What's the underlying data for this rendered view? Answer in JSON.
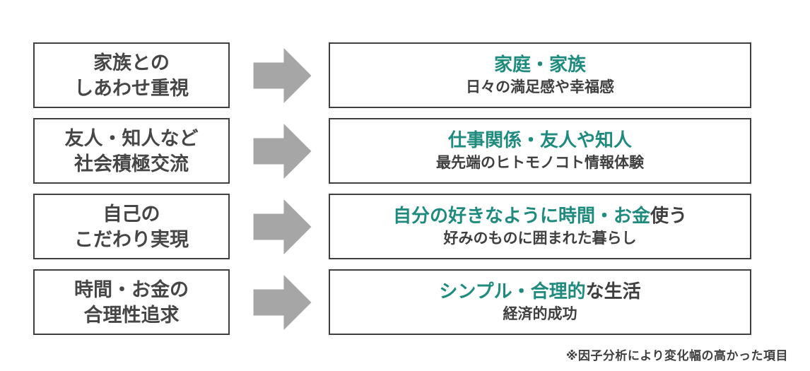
{
  "colors": {
    "background": "#ffffff",
    "accent_teal": "#1f8a7e",
    "text_dark": "#464646",
    "subtext_dark": "#3f3f3f",
    "border_dark": "#404040",
    "arrow_gray": "#a6a6a6"
  },
  "icons": {
    "arrow": "right-block-arrow"
  },
  "rows": [
    {
      "source": {
        "line1": "家族との",
        "line2": "しあわせ重視"
      },
      "target": {
        "headline_accent": "家庭・家族",
        "headline_plain": "",
        "subtext": "日々の満足感や幸福感"
      }
    },
    {
      "source": {
        "line1": "友人・知人など",
        "line2": "社会積極交流"
      },
      "target": {
        "headline_accent": "仕事関係・友人や知人",
        "headline_plain": "",
        "subtext": "最先端のヒトモノコト情報体験"
      }
    },
    {
      "source": {
        "line1": "自己の",
        "line2": "こだわり実現"
      },
      "target": {
        "headline_accent": "自分の好きなように時間・お金",
        "headline_plain": "使う",
        "subtext": "好みのものに囲まれた暮らし"
      }
    },
    {
      "source": {
        "line1": "時間・お金の",
        "line2": "合理性追求"
      },
      "target": {
        "headline_accent": "シンプル・合理的",
        "headline_plain": "な生活",
        "subtext": "経済的成功"
      }
    }
  ],
  "footnote": "※因子分析により変化幅の高かった項目"
}
